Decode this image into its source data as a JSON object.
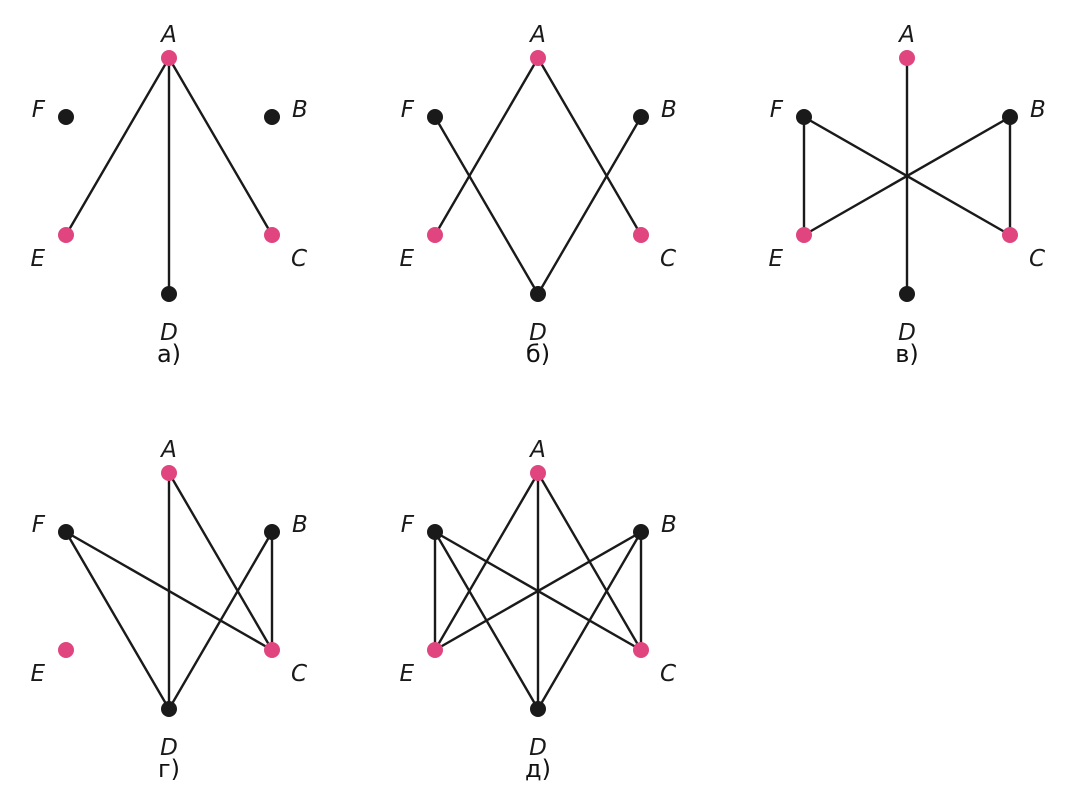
{
  "colors": {
    "edge": "#1a1a1a",
    "highlight": "#e0457f",
    "plain": "#1a1a1a"
  },
  "graphs": [
    {
      "caption": "а)",
      "labels": {
        "A": "A",
        "B": "B",
        "C": "C",
        "D": "D",
        "E": "E",
        "F": "F"
      },
      "highlighted": [
        "A",
        "C",
        "E"
      ],
      "edges": [
        [
          "A",
          "E"
        ],
        [
          "A",
          "D"
        ],
        [
          "A",
          "C"
        ]
      ]
    },
    {
      "caption": "б)",
      "labels": {
        "A": "A",
        "B": "B",
        "C": "C",
        "D": "D",
        "E": "E",
        "F": "F"
      },
      "highlighted": [
        "A",
        "C",
        "E"
      ],
      "edges": [
        [
          "A",
          "E"
        ],
        [
          "A",
          "C"
        ],
        [
          "F",
          "D"
        ],
        [
          "B",
          "D"
        ]
      ]
    },
    {
      "caption": "в)",
      "labels": {
        "A": "A",
        "B": "B",
        "C": "C",
        "D": "D",
        "E": "E",
        "F": "F"
      },
      "highlighted": [
        "A",
        "C",
        "E"
      ],
      "edges": [
        [
          "A",
          "D"
        ],
        [
          "F",
          "E"
        ],
        [
          "F",
          "C"
        ],
        [
          "B",
          "E"
        ],
        [
          "B",
          "C"
        ]
      ]
    },
    {
      "caption": "г)",
      "labels": {
        "A": "A",
        "B": "B",
        "C": "C",
        "D": "D",
        "E": "E",
        "F": "F"
      },
      "highlighted": [
        "A",
        "C",
        "E"
      ],
      "edges": [
        [
          "A",
          "D"
        ],
        [
          "A",
          "C"
        ],
        [
          "F",
          "C"
        ],
        [
          "F",
          "D"
        ],
        [
          "B",
          "D"
        ],
        [
          "B",
          "C"
        ]
      ]
    },
    {
      "caption": "д)",
      "labels": {
        "A": "A",
        "B": "B",
        "C": "C",
        "D": "D",
        "E": "E",
        "F": "F"
      },
      "highlighted": [
        "A",
        "C",
        "E"
      ],
      "edges": [
        [
          "A",
          "E"
        ],
        [
          "A",
          "D"
        ],
        [
          "A",
          "C"
        ],
        [
          "F",
          "E"
        ],
        [
          "F",
          "D"
        ],
        [
          "F",
          "C"
        ],
        [
          "B",
          "E"
        ],
        [
          "B",
          "D"
        ],
        [
          "B",
          "C"
        ]
      ]
    }
  ]
}
